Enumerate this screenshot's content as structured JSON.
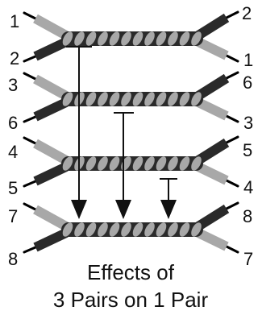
{
  "pairs": [
    {
      "left_top": "1",
      "left_bottom": "2",
      "right_top": "2",
      "right_bottom": "1"
    },
    {
      "left_top": "3",
      "left_bottom": "6",
      "right_top": "6",
      "right_bottom": "3"
    },
    {
      "left_top": "4",
      "left_bottom": "5",
      "right_top": "5",
      "right_bottom": "4"
    },
    {
      "left_top": "7",
      "left_bottom": "8",
      "right_top": "8",
      "right_bottom": "7"
    }
  ],
  "caption": {
    "line1": "Effects of",
    "line2": "3 Pairs on 1 Pair"
  },
  "colors": {
    "light": "#a8a8a8",
    "dark": "#2a2a2a",
    "lead": "#000000",
    "arrow": "#111111"
  }
}
